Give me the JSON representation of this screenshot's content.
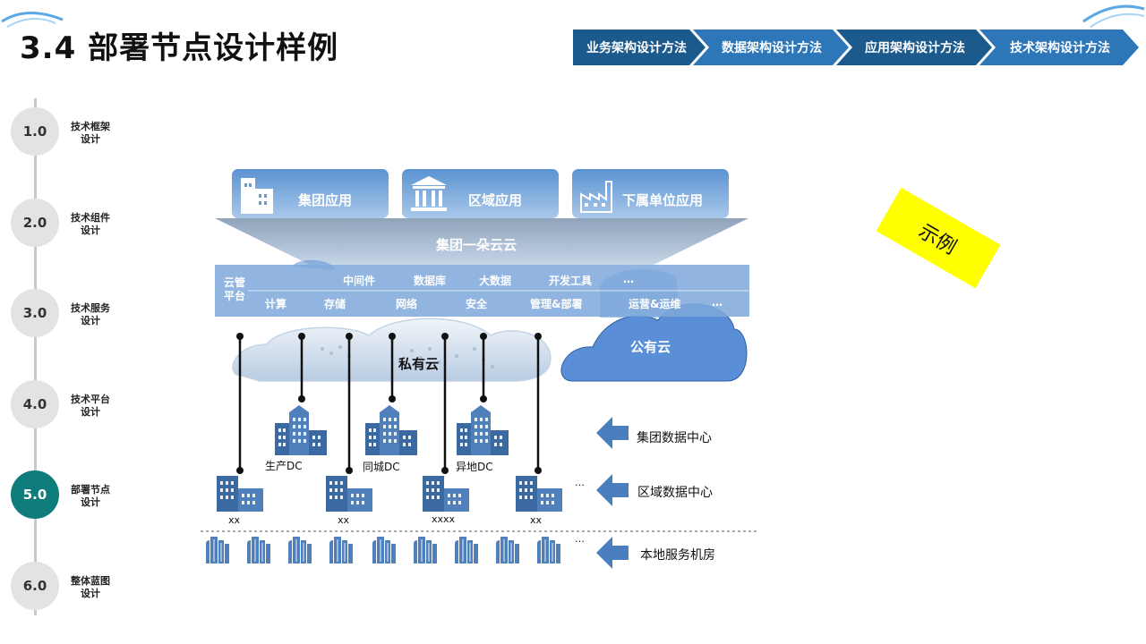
{
  "title": "3.4 部署节点设计样例",
  "steps": [
    "业务架构设计方法",
    "数据架构设计方法",
    "应用架构设计方法",
    "技术架构设计方法"
  ],
  "sidebar": [
    {
      "num": "1.0",
      "label": "技术框架设计",
      "active": false
    },
    {
      "num": "2.0",
      "label": "技术组件设计",
      "active": false
    },
    {
      "num": "3.0",
      "label": "技术服务设计",
      "active": false
    },
    {
      "num": "4.0",
      "label": "技术平台设计",
      "active": false
    },
    {
      "num": "5.0",
      "label": "部署节点设计",
      "active": true
    },
    {
      "num": "6.0",
      "label": "整体蓝图设计",
      "active": false
    }
  ],
  "diagram": {
    "apps": [
      "集团应用",
      "区域应用",
      "下属单位应用"
    ],
    "funnel_label": "集团一朵云云",
    "platform": {
      "label_line1": "云管",
      "label_line2": "平台",
      "row1": [
        "中间件",
        "数据库",
        "大数据",
        "开发工具",
        "…"
      ],
      "row2": [
        "计算",
        "存储",
        "网络",
        "安全",
        "管理&部署",
        "运营&运维",
        "…"
      ]
    },
    "private_cloud": "私有云",
    "public_cloud": "公有云",
    "dc_nodes": [
      "生产DC",
      "同城DC",
      "异地DC"
    ],
    "regional_nodes": [
      "xx",
      "xx",
      "xxxx",
      "xx"
    ],
    "ellipsis": "…",
    "legend": [
      "集团数据中心",
      "区域数据中心",
      "本地服务机房"
    ],
    "sample_tag": "示例"
  }
}
